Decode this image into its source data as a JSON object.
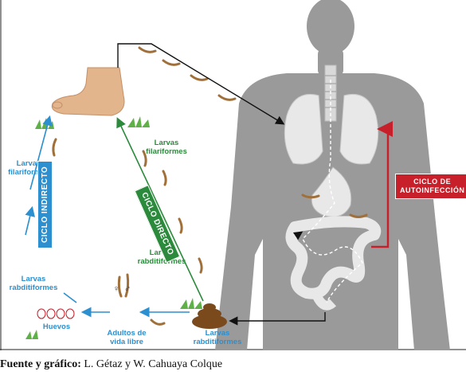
{
  "labels": {
    "larvas_filariformes_left": "Larvas\nfilariformes",
    "larvas_filariformes_center": "Larvas\nfilariformes",
    "larvas_rabditiformes_left": "Larvas\nrabditiformes",
    "larvas_rabditiformes_center": "Larvas\nrabditiformes",
    "larvas_rabditiformes_bottom": "Larvas\nrabditiformes",
    "huevos": "Huevos",
    "adultos": "Adultos de\nvida libre",
    "female_symbol": "♀",
    "male_symbol": "♂"
  },
  "banners": {
    "ciclo_indirecto": "CICLO INDIRECTO",
    "ciclo_directo": "CICLO DIRECTO",
    "ciclo_autoinfeccion": "CICLO DE\nAUTOINFECCIÓN"
  },
  "caption": {
    "bold": "Fuente y gráfico:",
    "text": " L. Gétaz y W. Cahuaya Colque"
  },
  "colors": {
    "blue": "#2b8fd0",
    "green": "#2c8a3c",
    "red": "#c8202a",
    "body": "#9a9a9a",
    "larva": "#a0703a"
  }
}
